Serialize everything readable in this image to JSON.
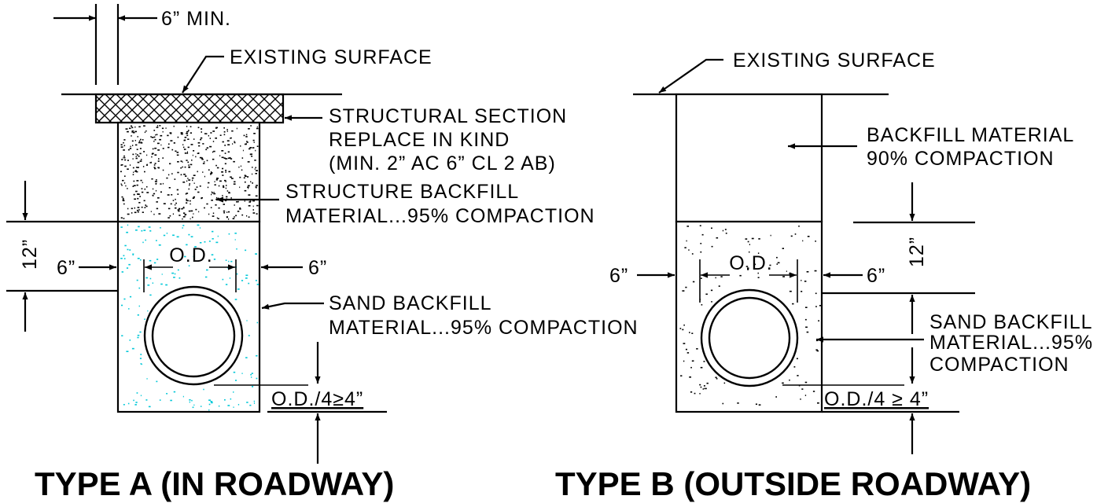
{
  "colors": {
    "line": "#000000",
    "sand_dots": "#00c8d8",
    "background": "#ffffff"
  },
  "type_a": {
    "title": "TYPE A (IN ROADWAY)",
    "min_width": "6” MIN.",
    "existing_surface": "EXISTING SURFACE",
    "structural_section": [
      "STRUCTURAL SECTION",
      "REPLACE IN KIND",
      "(MIN. 2” AC 6” CL 2 AB)"
    ],
    "structure_backfill": [
      "STRUCTURE BACKFILL",
      "MATERIAL...95% COMPACTION"
    ],
    "sand_backfill": [
      "SAND BACKFILL",
      "MATERIAL...95% COMPACTION"
    ],
    "dim_12": "12”",
    "left_clear": "6”",
    "right_clear": "6”",
    "od": "O.D.",
    "bedding": "O.D./4≥4”"
  },
  "type_b": {
    "title": "TYPE B (OUTSIDE ROADWAY)",
    "existing_surface": "EXISTING SURFACE",
    "backfill": [
      "BACKFILL MATERIAL",
      "90% COMPACTION"
    ],
    "sand_backfill": [
      "SAND BACKFILL",
      "MATERIAL...95%",
      "COMPACTION"
    ],
    "dim_12": "12”",
    "left_clear": "6”",
    "right_clear": "6”",
    "od": "O.D.",
    "bedding": "O.D./4 ≥ 4”"
  }
}
